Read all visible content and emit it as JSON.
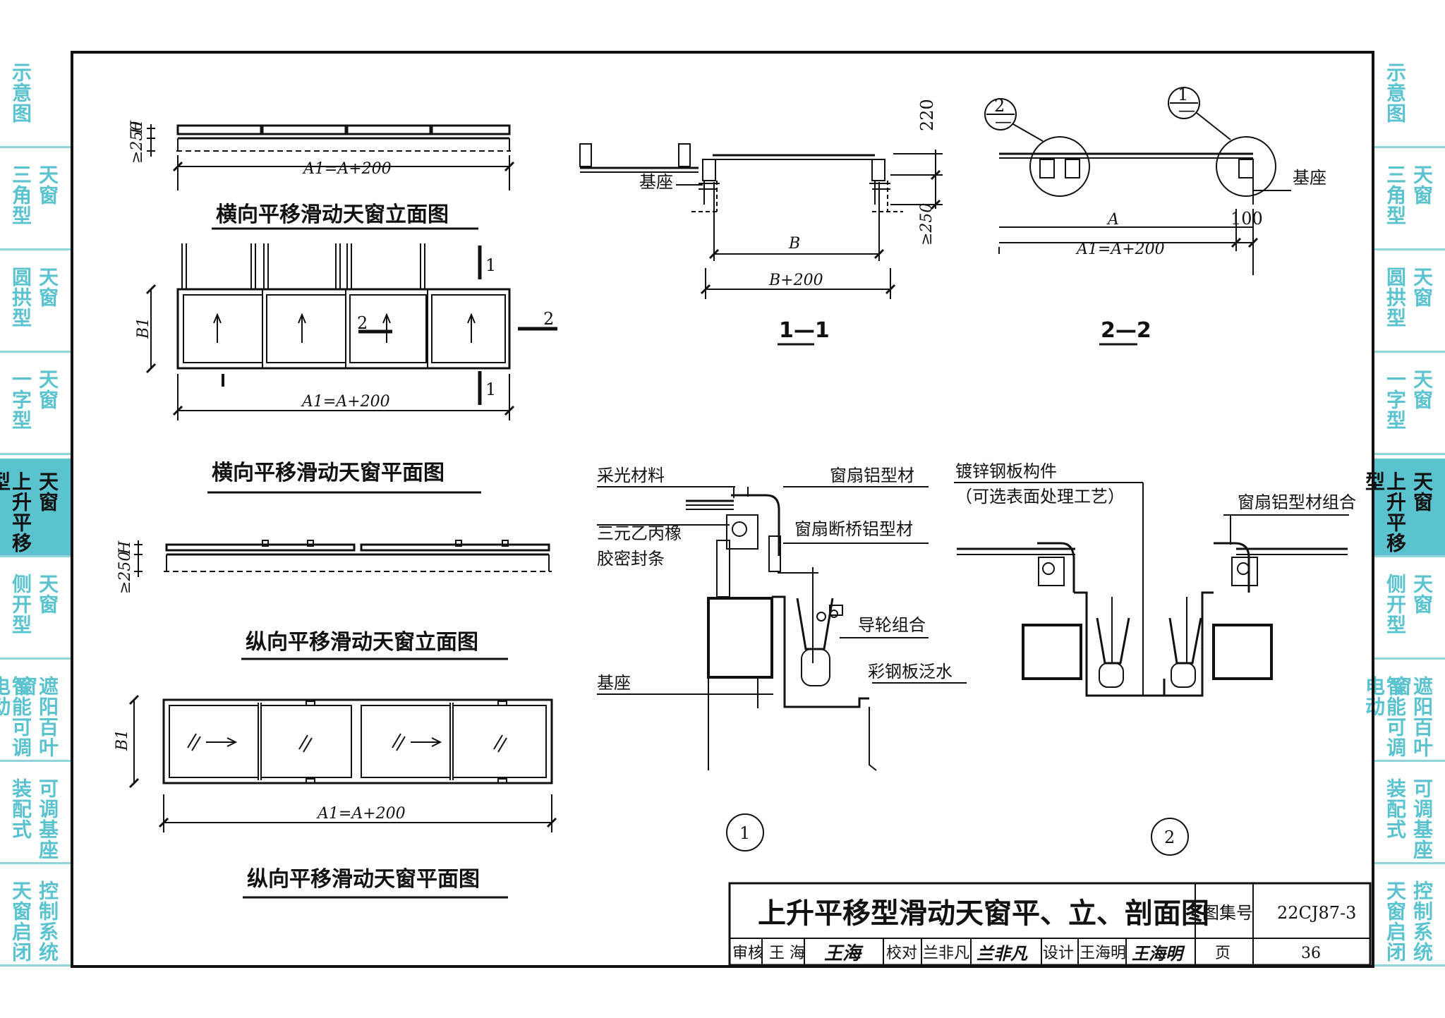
{
  "side_tabs": [
    {
      "c1": "示意图",
      "c2": ""
    },
    {
      "c1": "三角型",
      "c2": "天窗"
    },
    {
      "c1": "圆拱型",
      "c2": "天窗"
    },
    {
      "c1": "一字型",
      "c2": "天窗"
    },
    {
      "c1": "上升平移型",
      "c2": "天窗"
    },
    {
      "c1": "侧开型",
      "c2": "天窗"
    },
    {
      "c1": "智能可调电动",
      "c2": "遮阳百叶窗"
    },
    {
      "c1": "装配式",
      "c2": "可调基座"
    },
    {
      "c1": "天窗启闭",
      "c2": "控制系统"
    }
  ],
  "active_tab_index": 4,
  "drawings": {
    "h_elev_title": "横向平移滑动天窗立面图",
    "h_plan_title": "横向平移滑动天窗平面图",
    "v_elev_title": "纵向平移滑动天窗立面图",
    "v_plan_title": "纵向平移滑动天窗平面图",
    "sec11_title": "1—1",
    "sec22_title": "2—2",
    "dim_a1": "A1=A+200",
    "dim_h": "H",
    "dim_250": "≥250",
    "dim_b1": "B1",
    "dim_b": "B",
    "dim_b200": "B+200",
    "dim_a": "A",
    "dim_220": "220",
    "dim_100": "100",
    "sec_mark_1": "1",
    "sec_mark_2": "2",
    "label_base": "基座",
    "detail_1": "1",
    "detail_2": "2",
    "detail_dash": "—"
  },
  "annotations": {
    "glazing": "采光材料",
    "seal_1": "三元乙丙橡",
    "seal_2": "胶密封条",
    "sash_profile": "窗扇铝型材",
    "sash_break": "窗扇断桥铝型材",
    "guide_wheel": "导轮组合",
    "flashing": "彩钢板泛水",
    "base": "基座",
    "galv_1": "镀锌钢板构件",
    "galv_2": "（可选表面处理工艺）",
    "sash_assembly": "窗扇铝型材组合"
  },
  "title_block": {
    "title": "上升平移型滑动天窗平、立、剖面图",
    "atlas_label": "图集号",
    "atlas_no": "22CJ87-3",
    "review_label": "审核",
    "review_name": "王 海",
    "review_sig": "王海",
    "check_label": "校对",
    "check_name": "兰非凡",
    "check_sig": "兰非凡",
    "design_label": "设计",
    "design_name": "王海明",
    "design_sig": "王海明",
    "page_label": "页",
    "page_no": "36"
  }
}
